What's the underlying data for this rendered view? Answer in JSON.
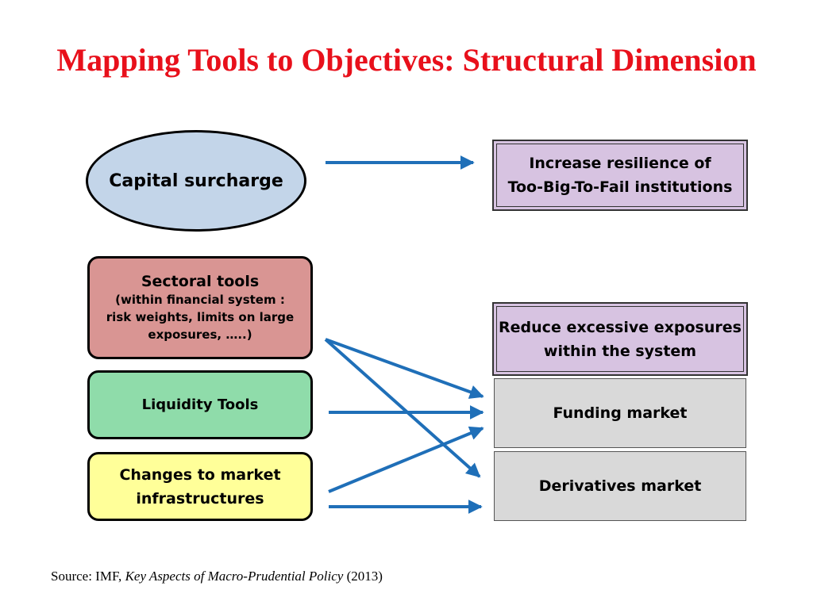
{
  "slide": {
    "title": "Mapping Tools to Objectives: Structural Dimension",
    "source_prefix": "Source: IMF, ",
    "source_title": "Key Aspects of Macro-Prudential Policy",
    "source_year": " (2013)"
  },
  "tools": {
    "capital_surcharge": "Capital surcharge",
    "sectoral_title": "Sectoral tools",
    "sectoral_line1": "(within financial system :",
    "sectoral_line2": "risk weights,  limits on large",
    "sectoral_line3": "exposures, …..)",
    "liquidity": "Liquidity Tools",
    "changes_line1": "Changes to market",
    "changes_line2": "infrastructures"
  },
  "objectives": {
    "resilience_line1": "Increase resilience of",
    "resilience_line2": "Too-Big-To-Fail institutions",
    "exposures_line1": "Reduce excessive exposures",
    "exposures_line2": "within the system",
    "funding_market": "Funding market",
    "derivatives_market": "Derivatives market"
  },
  "colors": {
    "title_red": "#e8101b",
    "arrow_blue": "#1f6fb8",
    "ellipse_fill": "#c3d5e9",
    "sectoral_fill": "#d99593",
    "liquidity_fill": "#8fdcaa",
    "changes_fill": "#ffff99",
    "objective_fill": "#d7c3e1",
    "market_fill": "#d9d9d9"
  }
}
